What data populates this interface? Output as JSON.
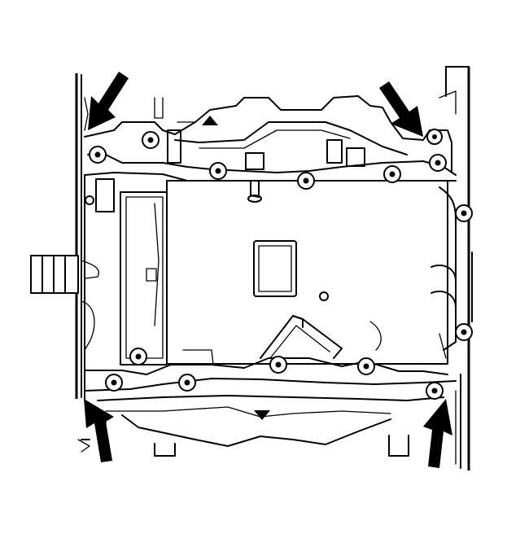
{
  "diagram": {
    "subject": "oil-pan-bolt-locations",
    "background": "#ffffff",
    "line_color": "#000000",
    "callout_arrows": [
      {
        "id": "top-left",
        "direction": "down-left"
      },
      {
        "id": "top-right",
        "direction": "down-right"
      },
      {
        "id": "bottom-left",
        "direction": "up-left"
      },
      {
        "id": "bottom-right",
        "direction": "up-right"
      }
    ]
  }
}
